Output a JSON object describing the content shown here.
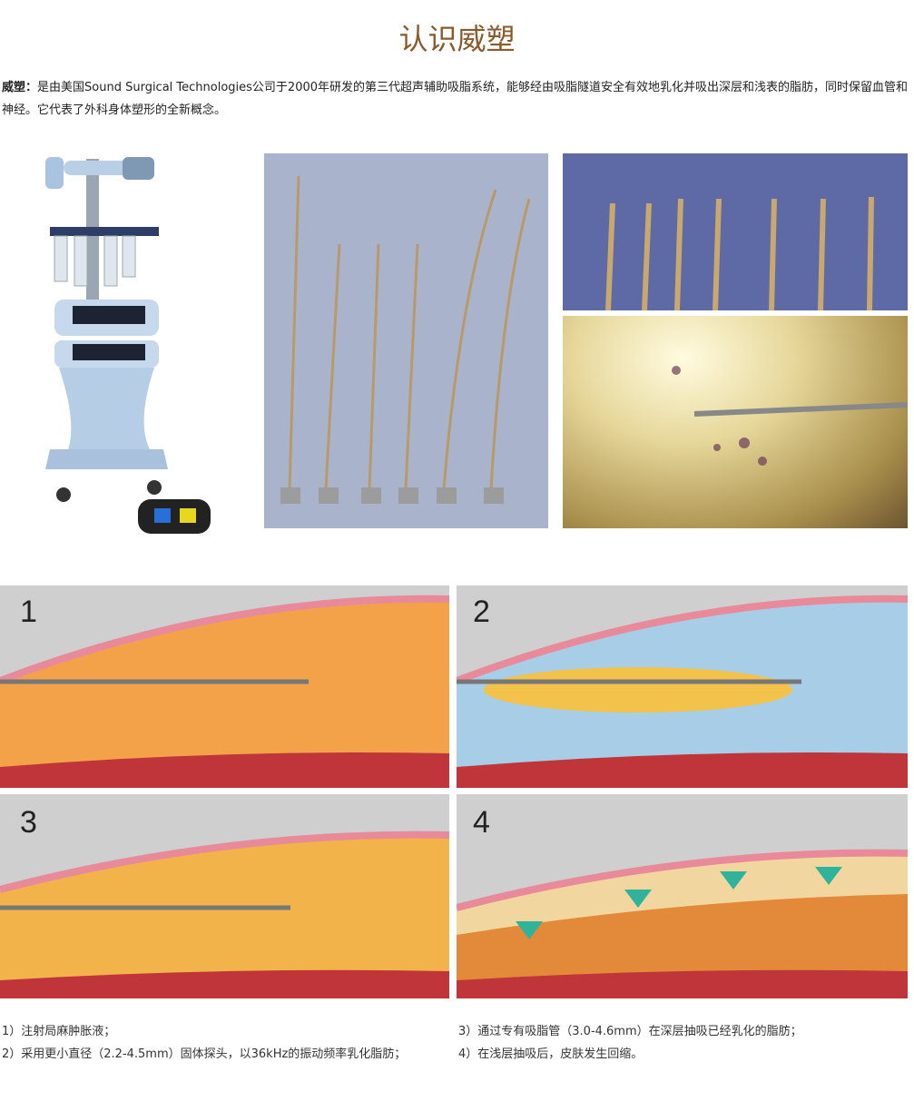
{
  "title": "认识威塑",
  "intro": {
    "term": "威塑：",
    "text": "是由美国Sound Surgical Technologies公司于2000年研发的第三代超声辅助吸脂系统，能够经由吸脂隧道安全有效地乳化并吸出深层和浅表的脂肪，同时保留血管和神经。它代表了外科身体塑形的全新概念。"
  },
  "steps": [
    {
      "number": "1",
      "caption": "1）注射局麻肿胀液；"
    },
    {
      "number": "2",
      "caption": "2）采用更小直径（2.2-4.5mm）固体探头，以36kHz的振动频率乳化脂肪；"
    },
    {
      "number": "3",
      "caption": "3）通过专有吸脂管（3.0-4.6mm）在深层抽吸已经乳化的脂肪；"
    },
    {
      "number": "4",
      "caption": "4）在浅层抽吸后，皮肤发生回缩。"
    }
  ]
}
